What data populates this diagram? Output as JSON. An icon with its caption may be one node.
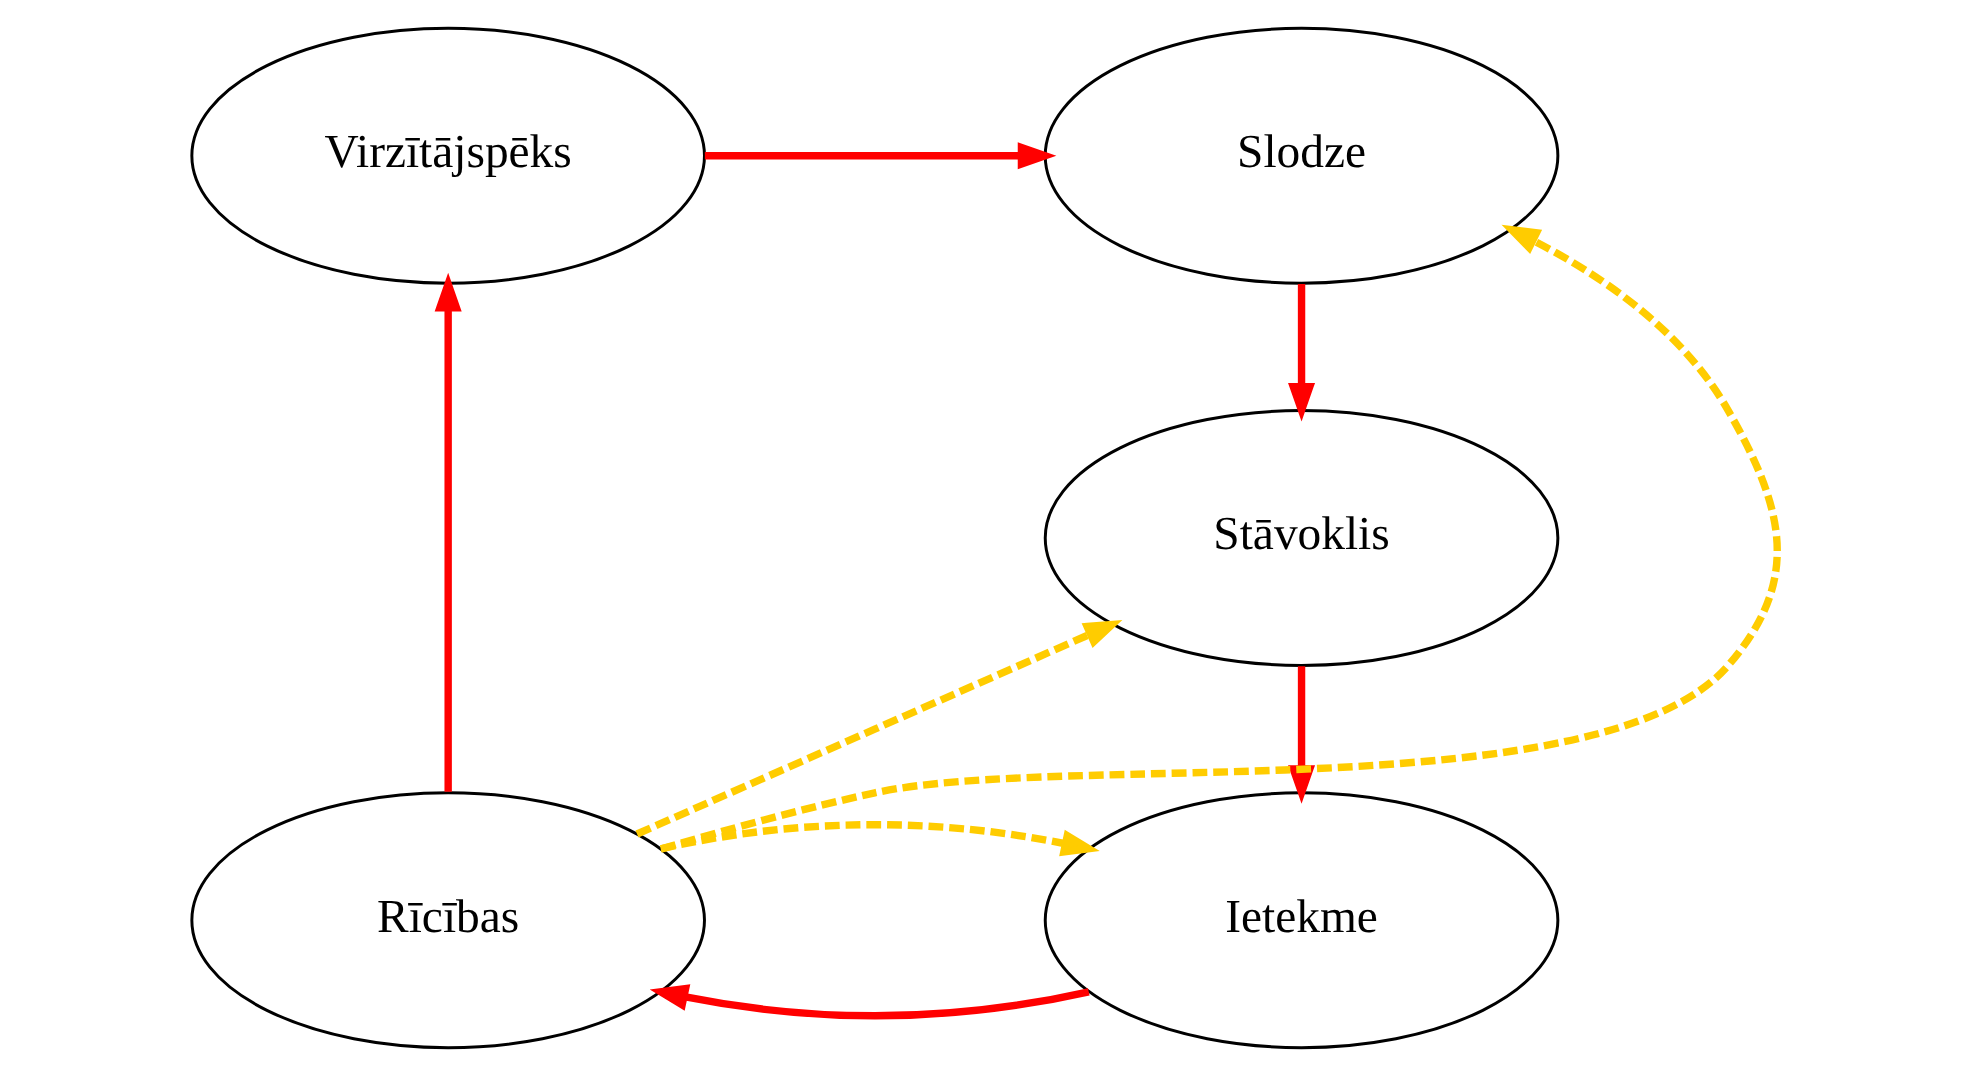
{
  "diagram": {
    "nodes": [
      {
        "text": [
          "Virzītājspēks"
        ]
      },
      {
        "text": [
          "Slodze"
        ]
      },
      {
        "text": [
          "Stāvoklis"
        ]
      },
      {
        "text": [
          "Rīcības"
        ]
      },
      {
        "text": [
          "Ietekme"
        ]
      }
    ],
    "edges": [
      {
        "from": 0,
        "to": 1,
        "arrow": "to"
      },
      {
        "from": 1,
        "to": 2,
        "arrow": "to"
      },
      {
        "from": 2,
        "to": 4,
        "arrow": "to"
      },
      {
        "from": 4,
        "to": 3,
        "arrow": "to"
      },
      {
        "from": 3,
        "to": 0,
        "arrow": "to"
      },
      {
        "from": 3,
        "to": 1,
        "arrow": "to",
        "style": "dashed",
        "color": "#ffcc00"
      },
      {
        "from": 3,
        "to": 2,
        "arrow": "to",
        "style": "dashed",
        "color": "#ffcc00"
      },
      {
        "from": 3,
        "to": 4,
        "arrow": "to",
        "style": "dashed",
        "color": "#ffcc00"
      }
    ]
  }
}
